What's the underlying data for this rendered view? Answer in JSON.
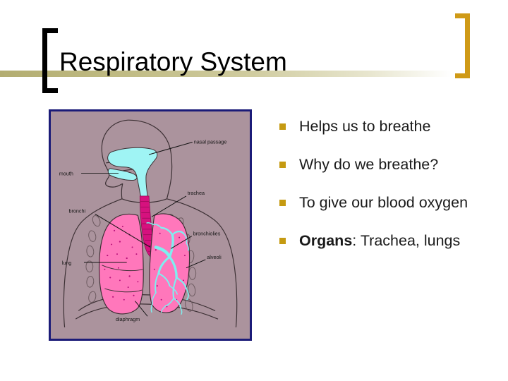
{
  "slide": {
    "title": "Respiratory System",
    "bracket_left_color": "#000000",
    "bracket_right_color": "#cf9a17",
    "rule_color": "#b3ad71",
    "bullet_color": "#c59a11",
    "background": "#ffffff"
  },
  "bullets": [
    {
      "text": "Helps us to breathe",
      "bold_prefix": "",
      "rest": ""
    },
    {
      "text": "Why do we breathe?",
      "bold_prefix": "",
      "rest": ""
    },
    {
      "text": "To give our blood oxygen",
      "bold_prefix": "",
      "rest": ""
    },
    {
      "text": "Organs: Trachea, lungs",
      "bold_prefix": "Organs",
      "rest": ": Trachea, lungs"
    }
  ],
  "figure": {
    "alt": "respiratory-system-diagram",
    "border_color": "#1b1b78",
    "background_color": "#ab939d",
    "labels": {
      "nasal_passage": "nasal passage",
      "mouth": "mouth",
      "trachea": "trachea",
      "bronchi": "bronchi",
      "bronchioles": "bronchiolies",
      "alveoli": "alveoli",
      "lung": "lung",
      "diaphragm": "diaphragm"
    },
    "colors": {
      "airway": "#9ff4f4",
      "trachea": "#d6117e",
      "lung": "#ff77bb",
      "outline": "#3b2f33"
    }
  }
}
